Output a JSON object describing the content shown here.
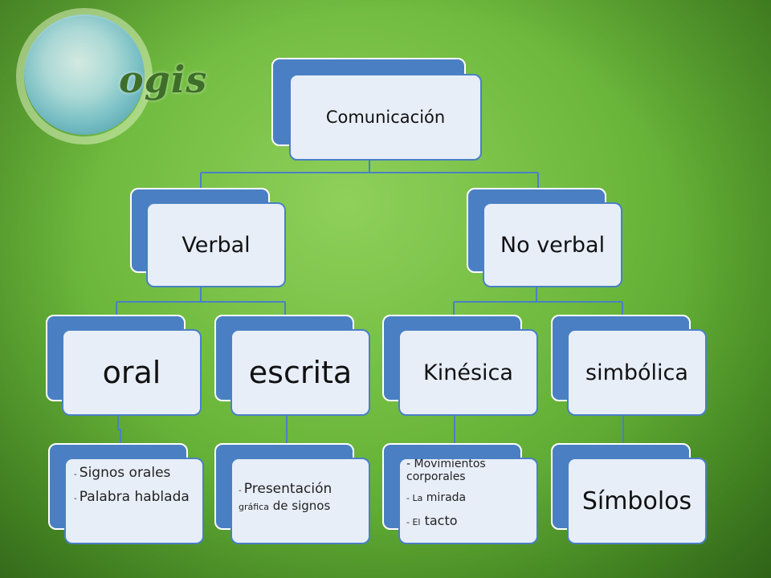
{
  "logo": {
    "text": "ogis"
  },
  "diagram": {
    "root": "Comunicación",
    "verbal": "Verbal",
    "no_verbal": "No verbal",
    "oral": "oral",
    "escrita": "escrita",
    "kinesica": "Kinésica",
    "simbolica": "simbólica",
    "oral_items": {
      "i1_dash": "- ",
      "i1_text": "Signos orales",
      "i2_dash": "- ",
      "i2_text": "Palabra hablada"
    },
    "escrita_items": {
      "dash": "- ",
      "w1": "Presentación",
      "w2": "gráfica",
      "w3": "de signos"
    },
    "kinesica_items": {
      "i1": "- Movimientos corporales",
      "i2_pre": "- La",
      "i2_text": "mirada",
      "i3_pre": "- El",
      "i3_text": "tacto"
    },
    "simbolos": "Símbolos"
  },
  "colors": {
    "box_fill": "#4a80c3",
    "box_front": "#e8eef8",
    "line": "#4a80c3",
    "background": "#6cb83c"
  }
}
